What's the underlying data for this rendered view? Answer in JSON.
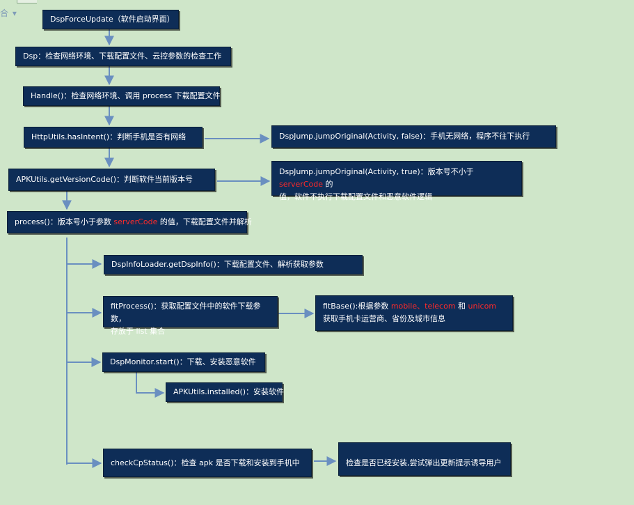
{
  "nodes": {
    "forceUpdate": "DspForceUpdate（软件启动界面）",
    "dsp": "Dsp：检查网络环境、下载配置文件、云控参数的检查工作",
    "handle": "Handle()：检查网络环境、调用 process 下载配置文件",
    "hasIntent": "HttpUtils.hasIntent()：判断手机是否有网络",
    "jumpNoNet": "DspJump.jumpOriginal(Activity, false)：手机无网络，程序不往下执行",
    "getVersionCode": "APKUtils.getVersionCode()：判断软件当前版本号",
    "jumpTrue": {
      "line1_pre": "DspJump.jumpOriginal(Activity, true)：版本号不小于 ",
      "line1_hl": "serverCode",
      "line1_post": " 的",
      "line2": "值，软件不执行下载配置文件和恶意软件逻辑"
    },
    "process": {
      "pre": "process()：版本号小于参数 ",
      "hl": "serverCode",
      "post": " 的值，下载配置文件并解析"
    },
    "getDspInfo": "DspInfoLoader.getDspInfo()：下载配置文件、解析获取参数",
    "fitProcess": {
      "line1": "fitProcess()：获取配置文件中的软件下载参数，",
      "line2": "存放于 list 集合"
    },
    "fitBase": {
      "line1_pre": "fitBase():根据参数 ",
      "hl1": "mobile",
      "sep": "、",
      "hl2": "telecom",
      "and": " 和 ",
      "hl3": "unicom",
      "line2": "获取手机卡运营商、省份及城市信息"
    },
    "monitorStart": "DspMonitor.start()：下载、安装恶意软件",
    "installed": "APKUtils.installed()：安装软件",
    "checkCpStatus": "checkCpStatus()：检查 apk 是否下载和安装到手机中",
    "checkResult": "检查是否已经安装,尝试弹出更新提示诱导用户"
  },
  "corner_mark": "合 ▾",
  "colors": {
    "background": "#cfe6c9",
    "node_fill": "#0e2d57",
    "connector": "#6a8fc0",
    "highlight": "#ff2a2a"
  }
}
